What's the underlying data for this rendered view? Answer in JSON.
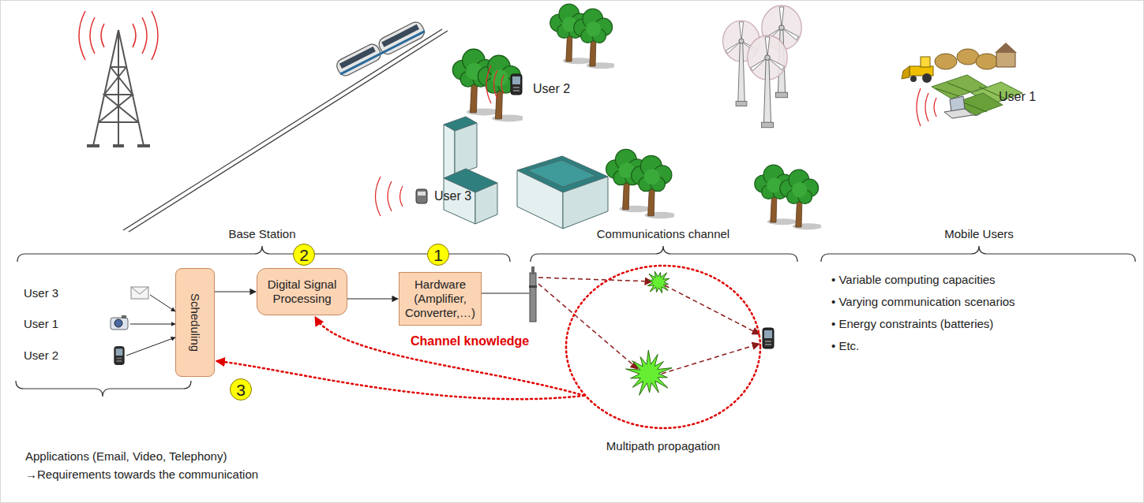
{
  "diagram": {
    "nodes": [
      {
        "text": [
          "Scheduling"
        ]
      },
      {
        "text": [
          "Digital Signal Processing"
        ]
      },
      {
        "text": [
          "Hardware (Amplifier, Converter,…)"
        ]
      },
      {
        "text": [
          "Multipath propagation"
        ]
      }
    ],
    "edges": [
      {
        "from": 0,
        "to": 1,
        "arrow": "to"
      },
      {
        "from": 1,
        "to": 2,
        "arrow": "to"
      },
      {
        "from": 3,
        "to": 0,
        "label": "Channel knowledge",
        "arrow": "to"
      },
      {
        "from": 3,
        "to": 1,
        "arrow": "to"
      }
    ],
    "labels": [
      "User 2",
      "User 1",
      "User 3",
      "Base Station",
      "Communications channel",
      "Mobile Users",
      "User 3",
      "User 1",
      "User 2",
      "2",
      "1",
      "3",
      "Applications (Email, Video, Telephony)",
      "→Requirements towards the communication",
      "• Variable computing capacities",
      "• Varying communication scenarios",
      "• Energy constraints (batteries)",
      "• Etc."
    ]
  }
}
